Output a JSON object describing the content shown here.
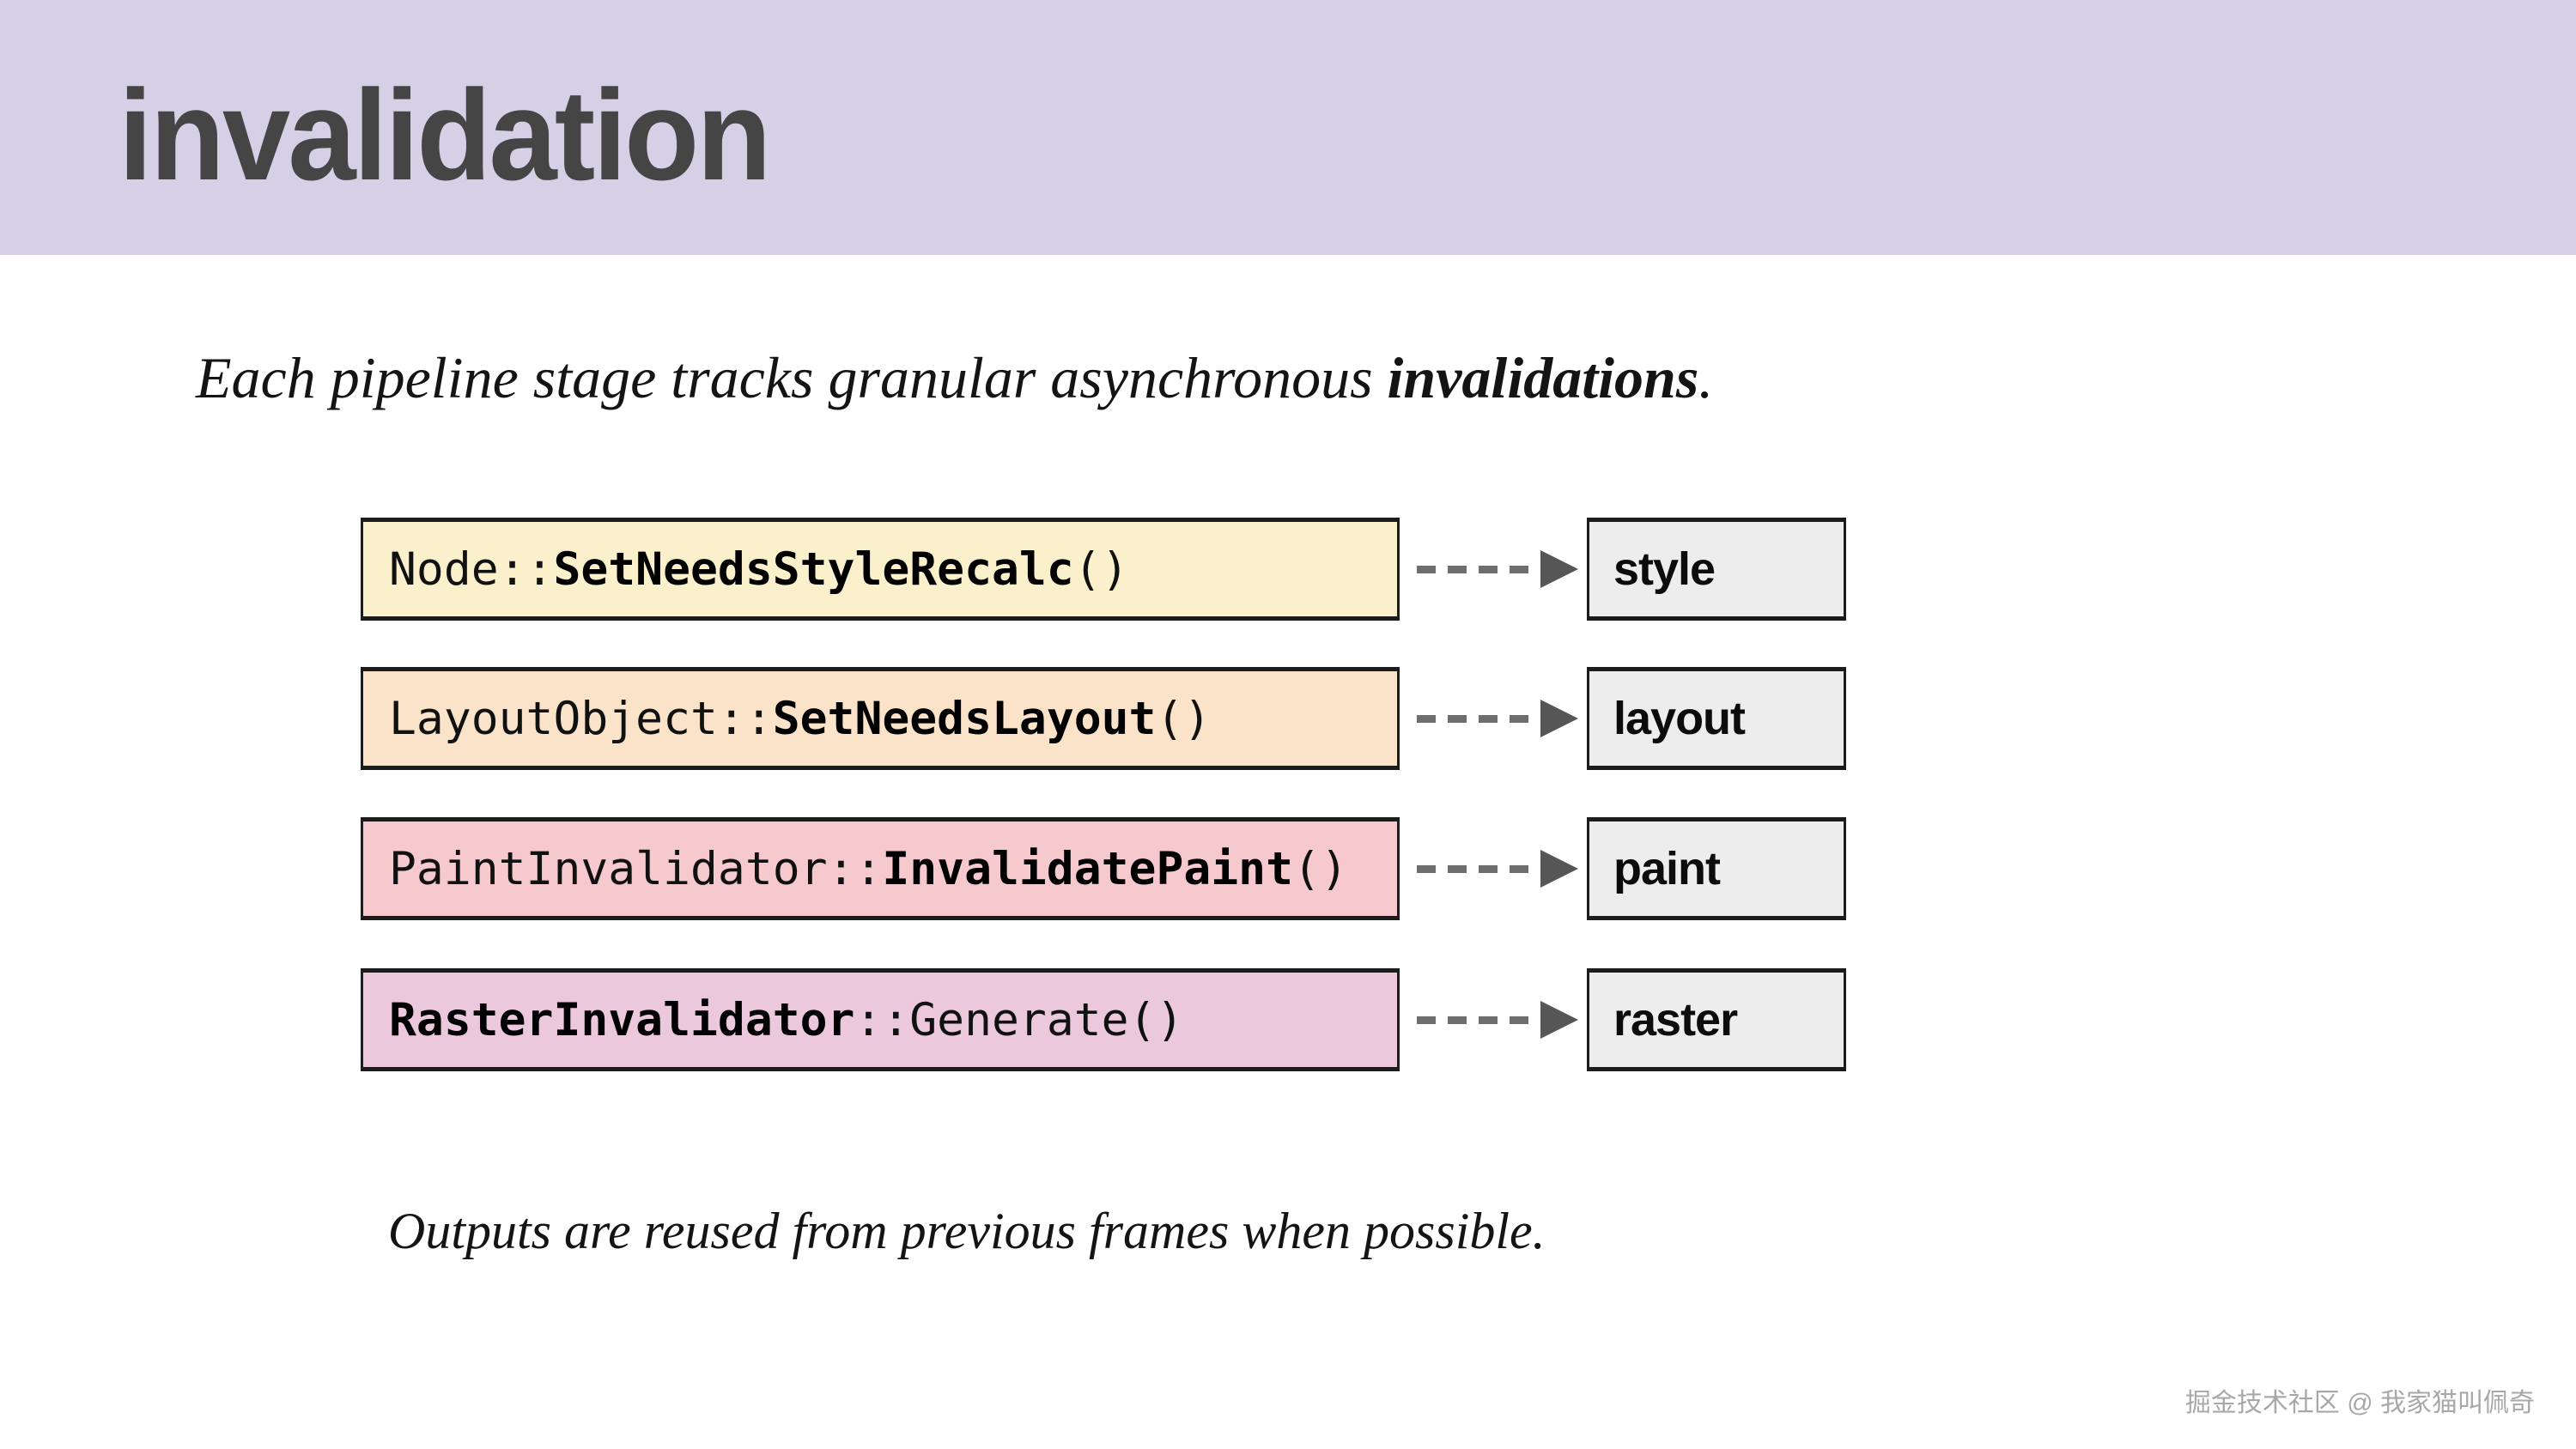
{
  "header": {
    "title": "invalidation"
  },
  "subtitle": {
    "pre": "Each pipeline stage tracks granular asynchronous ",
    "em": "invalidations",
    "post": "."
  },
  "pipeline": {
    "rows": [
      {
        "pre": "Node::",
        "bold": "SetNeedsStyleRecalc",
        "post": "()",
        "bg": "#FBF0CC",
        "stage": "style"
      },
      {
        "pre": "LayoutObject::",
        "bold": "SetNeedsLayout",
        "post": "()",
        "bg": "#FAE3C9",
        "stage": "layout"
      },
      {
        "pre": "PaintInvalidator::",
        "bold": "InvalidatePaint",
        "post": "()",
        "bg": "#F5C9CD",
        "stage": "paint"
      },
      {
        "pre": "",
        "bold": "RasterInvalidator",
        "post": "::Generate()",
        "bg": "#EBC8DB",
        "stage": "raster"
      }
    ]
  },
  "caption": {
    "text": "Outputs are reused from previous frames when possible."
  },
  "watermark": {
    "text": "掘金技术社区 @ 我家猫叫佩奇"
  },
  "colors": {
    "header_bg": "#D6D0E6",
    "title_text": "#454545",
    "stage_bg": "#EDEDED",
    "box_border": "#1C1C1C",
    "arrow": "#6E6E6E",
    "arrowhead": "#565656",
    "body_text": "#141414"
  }
}
